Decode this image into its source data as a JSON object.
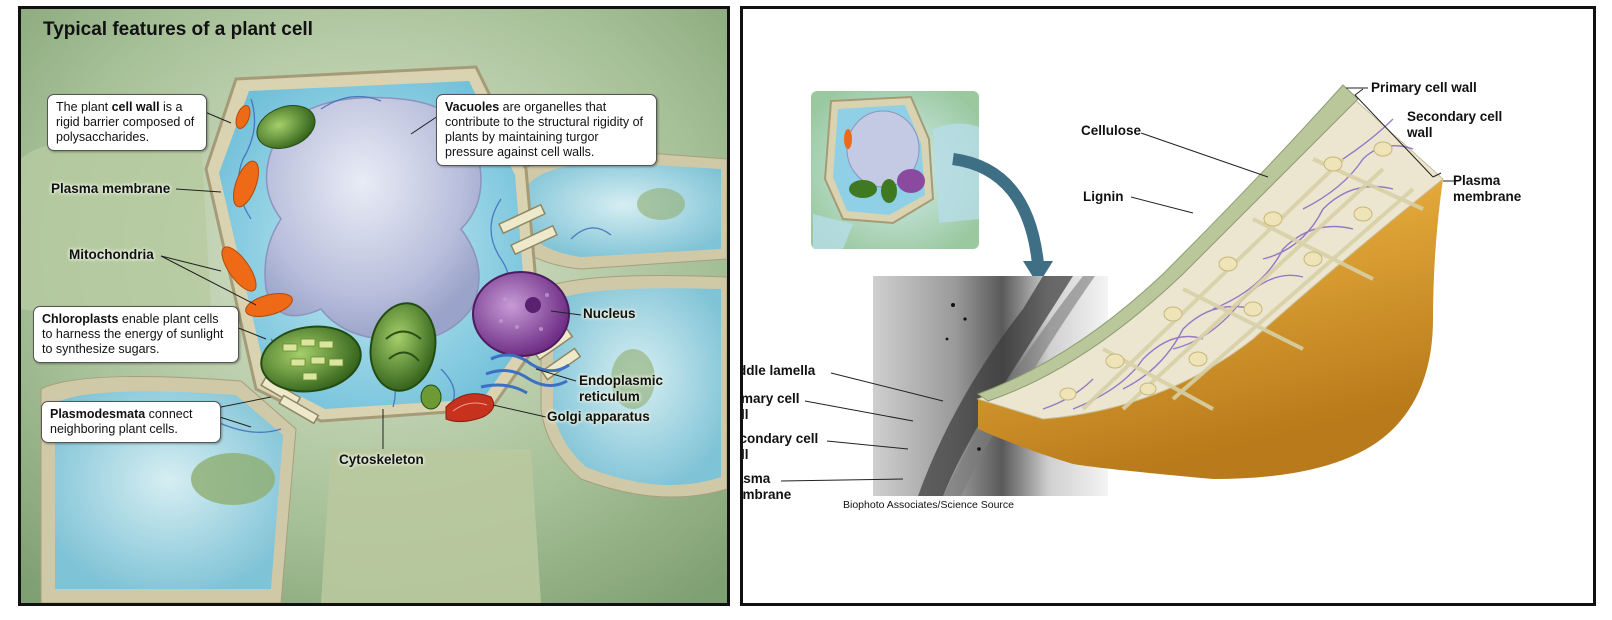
{
  "left": {
    "title": "Typical features of a plant cell",
    "callouts": {
      "cell_wall": {
        "pre": "The plant ",
        "bold": "cell wall",
        "post": " is a rigid barrier composed of polysaccharides."
      },
      "vacuoles": {
        "pre": "",
        "bold": "Vacuoles",
        "post": " are organelles that contribute to the structural rigidity of plants by maintaining turgor pressure against cell walls."
      },
      "chloroplasts": {
        "pre": "",
        "bold": "Chloroplasts",
        "post": " enable plant cells to harness the energy of sunlight to synthesize sugars."
      },
      "plasmodesmata": {
        "pre": "",
        "bold": "Plasmodesmata",
        "post": " connect neighboring plant cells."
      }
    },
    "labels": {
      "plasma_membrane": "Plasma membrane",
      "mitochondria": "Mitochondria",
      "nucleus": "Nucleus",
      "er_line1": "Endoplasmic",
      "er_line2": "reticulum",
      "golgi": "Golgi apparatus",
      "cytoskeleton": "Cytoskeleton"
    }
  },
  "right": {
    "labels": {
      "primary_wall_top": "Primary cell wall",
      "secondary_wall_top_1": "Secondary cell",
      "secondary_wall_top_2": "wall",
      "plasma_top_1": "Plasma",
      "plasma_top_2": "membrane",
      "cellulose": "Cellulose",
      "lignin": "Lignin",
      "middle_lamella": "Middle lamella",
      "primary_wall_1": "Primary cell",
      "primary_wall_2": "wall",
      "secondary_wall_1": "Secondary cell",
      "secondary_wall_2": "wall",
      "plasma_1": "Plasma",
      "plasma_2": "membrane"
    },
    "credit": "Biophoto Associates/Science Source"
  },
  "colors": {
    "vacuole": "#c9cfe6",
    "cytoplasm": "#8fd0e6",
    "cell_wall": "#d9d3b2",
    "chloroplast": "#3f7a22",
    "mitochondria": "#ee6a16",
    "nucleus": "#8a4aa0",
    "golgi": "#c7321e",
    "cytoskeleton": "#3a66b8",
    "wood": "#e2a83a",
    "fiber": "#8866c2"
  }
}
